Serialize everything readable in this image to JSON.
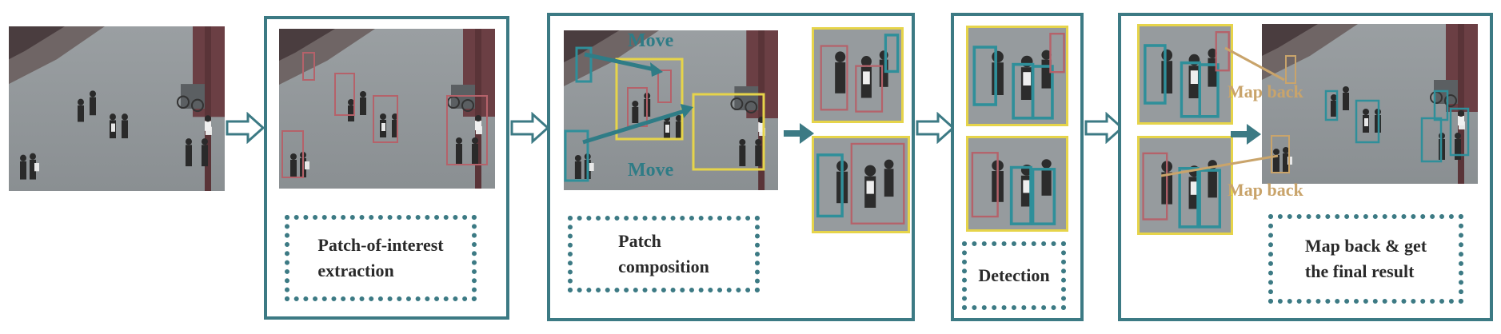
{
  "stages": [
    {
      "id": "input"
    },
    {
      "id": "extraction",
      "label": "Patch-of-interest\nextraction"
    },
    {
      "id": "composition",
      "label": "Patch\ncomposition",
      "annotations": [
        "Move",
        "Move"
      ]
    },
    {
      "id": "detection",
      "label": "Detection"
    },
    {
      "id": "mapback",
      "label": "Map back & get\nthe final result",
      "annotations": [
        "Map back",
        "Map back"
      ]
    }
  ],
  "colors": {
    "frame": "#3c7a84",
    "patch_box_red": "#b5626a",
    "detect_box_teal": "#2f8f9a",
    "composite_box_yellow": "#e6d44a",
    "move_text": "#2f7c86",
    "mapback_text": "#c9a46b"
  },
  "icons": {
    "flow_arrow": "hollow-right-arrow",
    "result_arrow": "solid-right-arrow"
  }
}
